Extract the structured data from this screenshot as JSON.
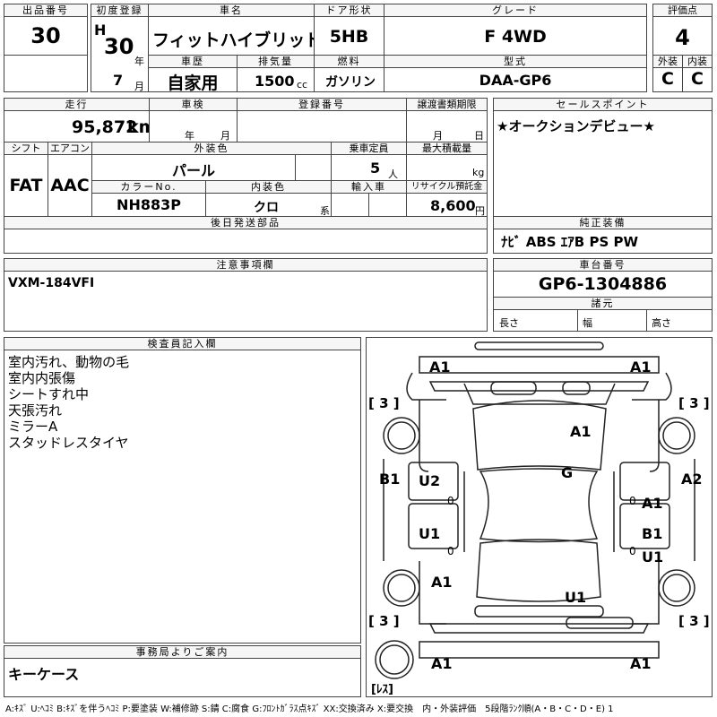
{
  "header": {
    "lot_no_label": "出品番号",
    "lot_no": "30",
    "first_reg_label": "初度登録",
    "era": "H",
    "year": "30",
    "year_unit": "年",
    "month": "7",
    "month_unit": "月",
    "car_name_label": "車名",
    "car_name": "フィットハイブリッド",
    "door_label": "ドア形状",
    "door": "5HB",
    "grade_label": "グレード",
    "grade": "F 4WD",
    "score_label": "評価点",
    "score": "4",
    "history_label": "車歴",
    "history": "自家用",
    "displacement_label": "排気量",
    "displacement": "1500",
    "displacement_unit": "cc",
    "fuel_label": "燃料",
    "fuel": "ガソリン",
    "model_label": "型式",
    "model": "DAA-GP6",
    "exterior_label": "外装",
    "exterior": "C",
    "interior_label": "内装",
    "interior": "C"
  },
  "row2": {
    "mileage_label": "走行",
    "mileage": "95,872",
    "mileage_unit": "km",
    "inspection_label": "車検",
    "insp_year_unit": "年",
    "insp_month_unit": "月",
    "reg_label": "登録番号",
    "handover_label": "譲渡書類期限",
    "handover_month_unit": "月",
    "handover_day_unit": "日",
    "selling_label": "セールスポイント",
    "selling": "★オークションデビュー★",
    "shift_label": "シフト",
    "shift": "FAT",
    "ac_label": "エアコン",
    "ac": "AAC",
    "ext_color_label": "外装色",
    "ext_color": "パール",
    "capacity_label": "乗車定員",
    "capacity": "5",
    "capacity_unit": "人",
    "load_label": "最大積載量",
    "load_unit": "kg",
    "color_no_label": "カラーNo.",
    "color_no": "NH883P",
    "int_color_label": "内装色",
    "int_color": "クロ",
    "int_color_suffix": "系",
    "import_label": "輸入車",
    "recycle_label": "リサイクル預託金",
    "recycle": "8,600",
    "recycle_unit": "円",
    "later_parts_label": "後日発送部品",
    "equipment_label": "純正装備",
    "equipment": "ﾅﾋﾞ ABS ｴｱB PS PW"
  },
  "notes": {
    "caution_label": "注意事項欄",
    "caution": "VXM-184VFI",
    "chassis_label": "車台番号",
    "chassis": "GP6-1304886",
    "dims_label": "諸元",
    "length_label": "長さ",
    "width_label": "幅",
    "height_label": "高さ"
  },
  "inspector": {
    "label": "検査員記入欄",
    "lines": [
      "室内汚れ、動物の毛",
      "室内内張傷",
      "シートすれ中",
      "天張汚れ",
      "ミラーA",
      "スタッドレスタイヤ"
    ]
  },
  "office": {
    "label": "事務局よりご案内",
    "text": "キーケース"
  },
  "diagram": {
    "marks": {
      "fl_top": "A1",
      "fr_top": "A1",
      "hood": "A1",
      "roof": "G",
      "left_fender": "B1",
      "right_fender": "A2",
      "left_front_door": "U2",
      "left_rear_door": "U1",
      "left_rear": "A1",
      "right_front_door": "A1",
      "right_rear_door_1": "B1",
      "right_rear_door_2": "U1",
      "trunk": "U1",
      "rl_bottom": "A1",
      "rr_bottom": "A1",
      "zero_1": "0",
      "zero_2": "0",
      "zero_3": "0",
      "zero_4": "0"
    },
    "tires": {
      "fl": "[ 3 ]",
      "fr": "[ 3 ]",
      "rl": "[ 3 ]",
      "rr": "[ 3 ]",
      "spare": "[ﾚｽ]"
    }
  },
  "legend": "A:ｷｽﾞ U:ﾍｺﾐ B:ｷｽﾞを伴うﾍｺﾐ P:要塗装 W:補修跡 S:錆 C:腐食 G:ﾌﾛﾝﾄｶﾞﾗｽ点ｷｽﾞ XX:交換済み X:要交換　内・外装評価　5段階ﾗﾝｸ順(A・B・C・D・E) 1"
}
